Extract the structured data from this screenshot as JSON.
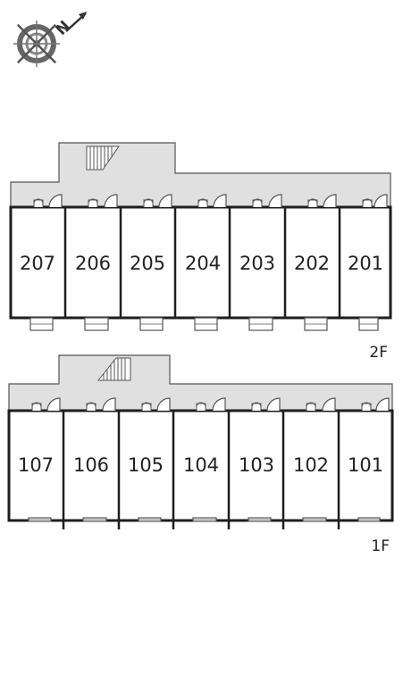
{
  "compass": {
    "north_label": "N",
    "icon": "compass-rose-icon"
  },
  "colors": {
    "corridor": "#e0e0e0",
    "wall": "#1e1e1e",
    "line": "#555555",
    "background": "#ffffff"
  },
  "floors": [
    {
      "label": "2F",
      "units": [
        "207",
        "206",
        "205",
        "204",
        "203",
        "202",
        "201"
      ]
    },
    {
      "label": "1F",
      "units": [
        "107",
        "106",
        "105",
        "104",
        "103",
        "102",
        "101"
      ]
    }
  ]
}
